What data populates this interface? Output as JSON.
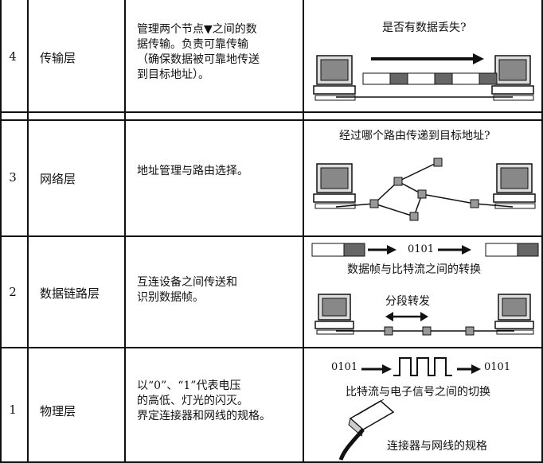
{
  "layers": [
    {
      "number": "4",
      "name": "传输层",
      "desc_lines": [
        "管理两个节点▼之间的数",
        "据传输。负责可靠传输",
        "（确保数据被可靠地传送",
        "到目标地址）。"
      ],
      "caption": "是否有数据丢失?"
    },
    {
      "number": "3",
      "name": "网络层",
      "desc_lines": [
        "地址管理与路由选择。"
      ],
      "caption": "经过哪个路由传递到目标地址?"
    },
    {
      "number": "2",
      "name": "数据链路层",
      "desc_lines": [
        "互连设备之间传送和",
        "识别数据帧。"
      ],
      "bits": "0101",
      "caption": "数据帧与比特流之间的转换",
      "caption2": "分段转发"
    },
    {
      "number": "1",
      "name": "物理层",
      "desc_lines": [
        "以“0”、“1”代表电压",
        "的高低、灯光的闪灭。",
        "界定连接器和网线的规格。"
      ],
      "bits_left": "0101",
      "bits_right": "0101",
      "caption": "比特流与电子信号之间的切换",
      "caption2": "连接器与网线的规格"
    }
  ]
}
